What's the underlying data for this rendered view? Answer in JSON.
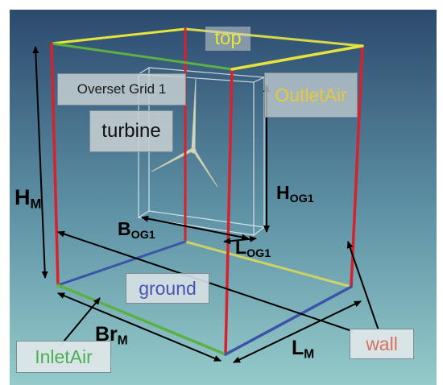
{
  "labels": {
    "top": "top",
    "outlet": "OutletAir",
    "overset": "Overset Grid 1",
    "turbine": "turbine",
    "ground": "ground",
    "inlet": "InletAir",
    "wall": "wall"
  },
  "dims": {
    "hm": {
      "main": "H",
      "sub": "M"
    },
    "hog1": {
      "main": "H",
      "sub": "OG1"
    },
    "bog1": {
      "main": "B",
      "sub": "OG1"
    },
    "log1": {
      "main": "L",
      "sub": "OG1"
    },
    "brm": {
      "main": "Br",
      "sub": "M"
    },
    "lm": {
      "main": "L",
      "sub": "M"
    }
  },
  "colors": {
    "bg_top": "#2c4a6e",
    "bg_bottom": "#8fc6c7",
    "edge_red": "#d8212c",
    "edge_yellow": "#e6e43a",
    "edge_green": "#5db043",
    "edge_blue": "#3c53a8",
    "label_box": "#c6cfd2"
  }
}
